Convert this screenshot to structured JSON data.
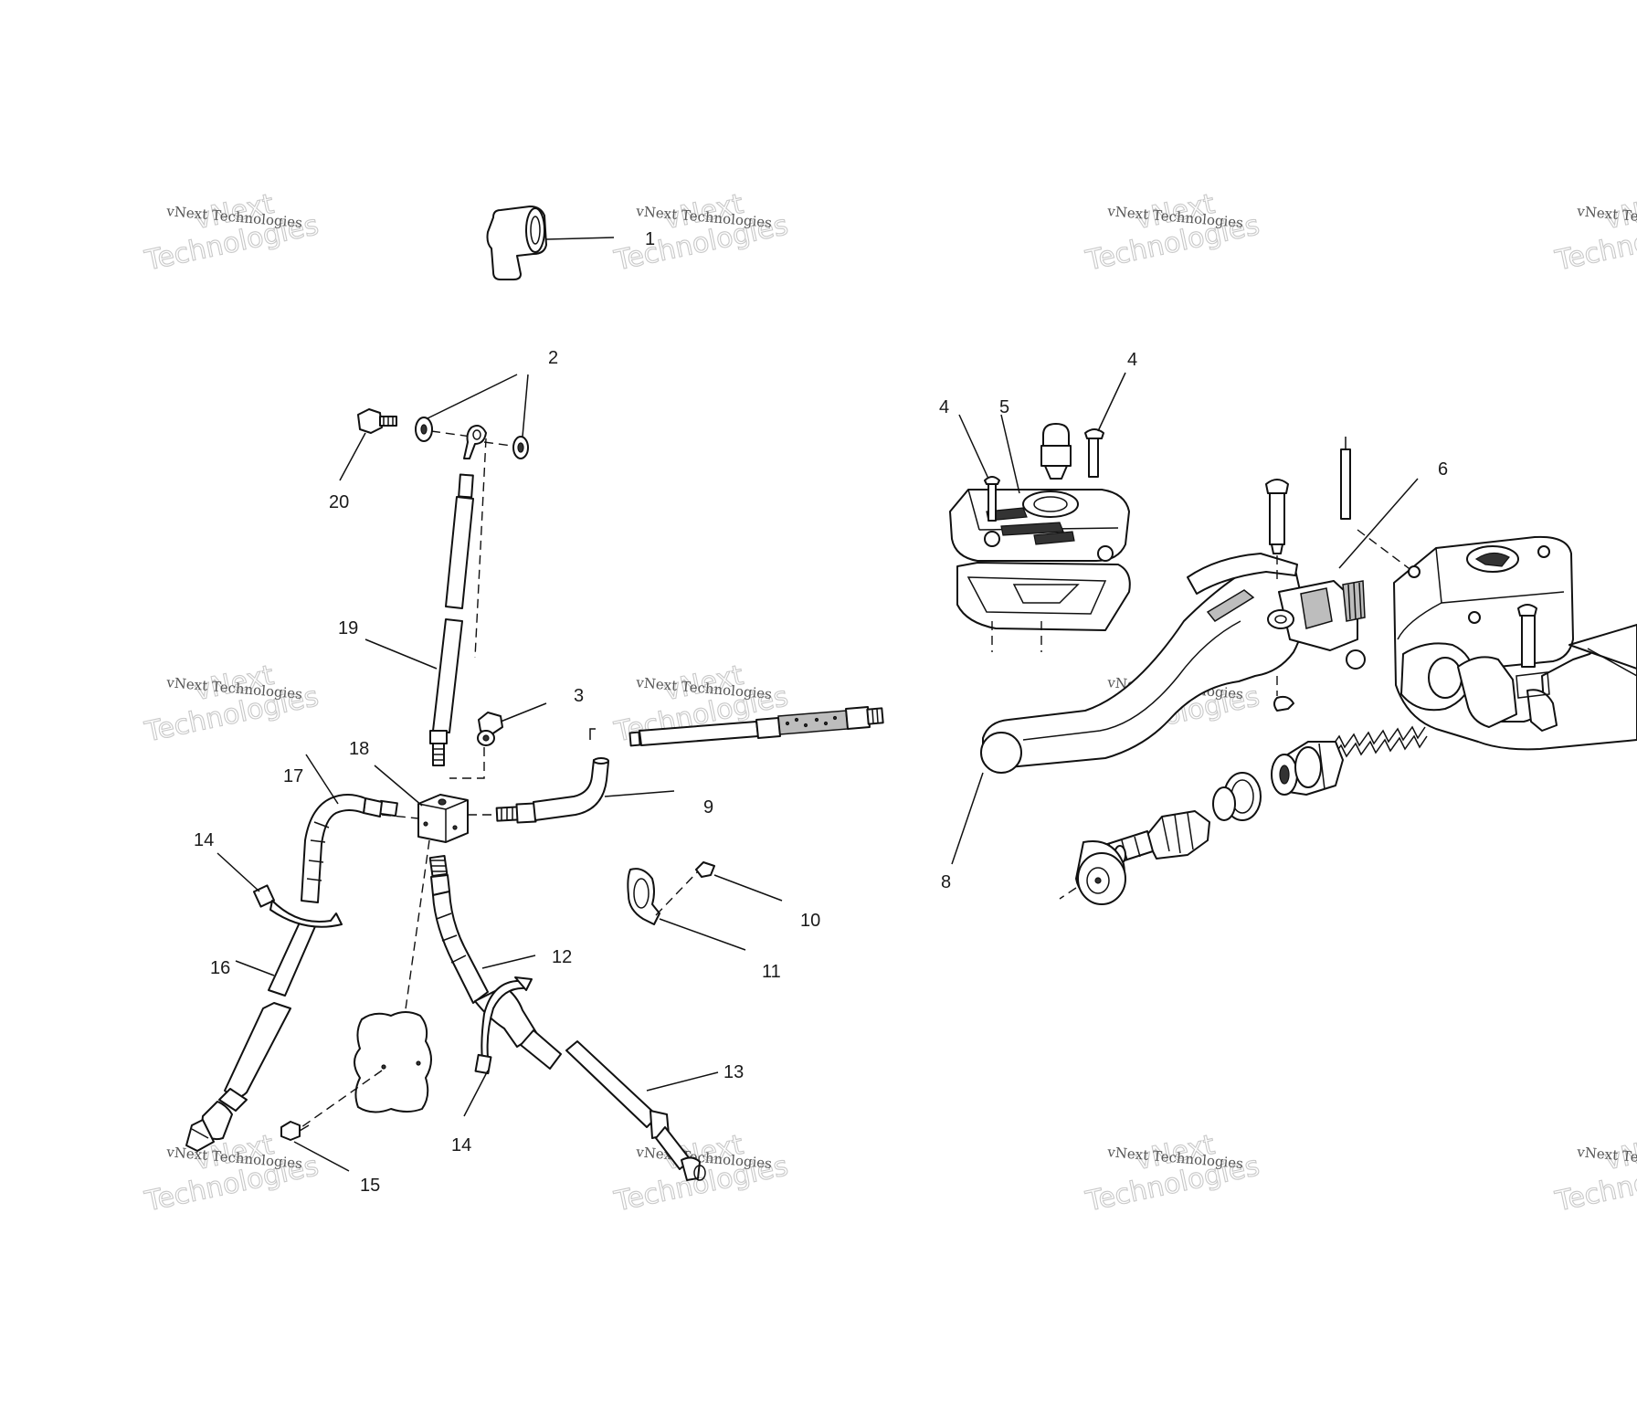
{
  "watermark": {
    "small_text": "vNext Technologies",
    "big_text": "Technologies",
    "top_text": "vNext"
  },
  "callouts": {
    "c1": "1",
    "c2": "2",
    "c3": "3",
    "c4a": "4",
    "c4b": "4",
    "c5": "5",
    "c6": "6",
    "c8": "8",
    "c9": "9",
    "c10": "10",
    "c11": "11",
    "c12": "12",
    "c13": "13",
    "c14a": "14",
    "c14b": "14",
    "c15": "15",
    "c16": "16",
    "c17": "17",
    "c18": "18",
    "c19": "19",
    "c20": "20"
  },
  "icons": [
    "tee-fitting-icon",
    "banjo-bolt-icon",
    "washer-icon",
    "brake-hose-icon",
    "distribution-block-icon",
    "master-cylinder-icon",
    "brake-lever-icon",
    "piston-kit-icon",
    "reservoir-cover-icon",
    "hose-clamp-icon",
    "mounting-plate-icon"
  ]
}
